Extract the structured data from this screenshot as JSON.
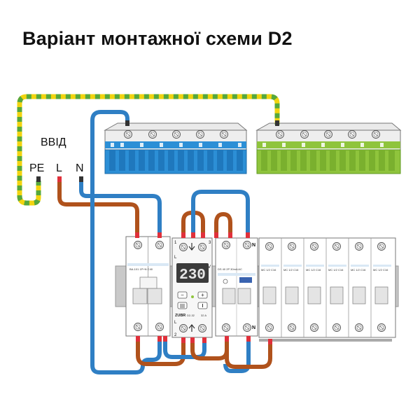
{
  "title": "Варіант монтажної схеми D2",
  "input": {
    "label": "ВВІД",
    "terminals": [
      "PE",
      "L",
      "N"
    ]
  },
  "relay": {
    "display": "230",
    "brand": "ZUBR",
    "model": "D2-32",
    "rating": "32 A",
    "pins": [
      "1",
      "3",
      "L",
      "2",
      "L",
      "V"
    ]
  },
  "breakers": {
    "main": "BA-101 1P+N C40",
    "rcd": "DS 40 2P 30mA AC",
    "outgoing": [
      "MC 1/2 C16",
      "MC 1/2 C16",
      "MC 1/2 C16",
      "MC 1/2 C16",
      "MC 1/2 C16",
      "MC 1/2 C16"
    ],
    "neutral_mark": "N"
  },
  "colors": {
    "phase_wire": "#b0521c",
    "neutral_wire": "#2f7fc4",
    "earth_wire_1": "#f2d40f",
    "earth_wire_2": "#56a83c",
    "neutral_bus": "#2c8fd6",
    "earth_bus": "#8fc43c"
  }
}
